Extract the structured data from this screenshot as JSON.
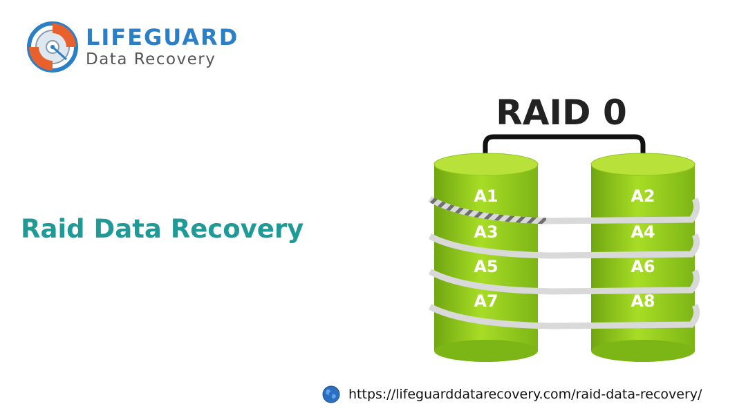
{
  "logo": {
    "brand": "LIFEGUARD",
    "tagline": "Data Recovery",
    "icon": "hard-drive-lifebuoy-icon"
  },
  "hero": {
    "title": "Raid Data Recovery"
  },
  "diagram": {
    "title": "RAID 0",
    "disk1_blocks": [
      "A1",
      "A3",
      "A5",
      "A7"
    ],
    "disk2_blocks": [
      "A2",
      "A4",
      "A6",
      "A8"
    ]
  },
  "footer": {
    "icon": "globe-icon",
    "url": "https://lifeguarddatarecovery.com/raid-data-recovery/"
  },
  "colors": {
    "brand_blue": "#2a7fc6",
    "title_teal": "#1f9a96",
    "disk_green": "#9bd11e",
    "stripe_gray": "#d9d9d9"
  }
}
